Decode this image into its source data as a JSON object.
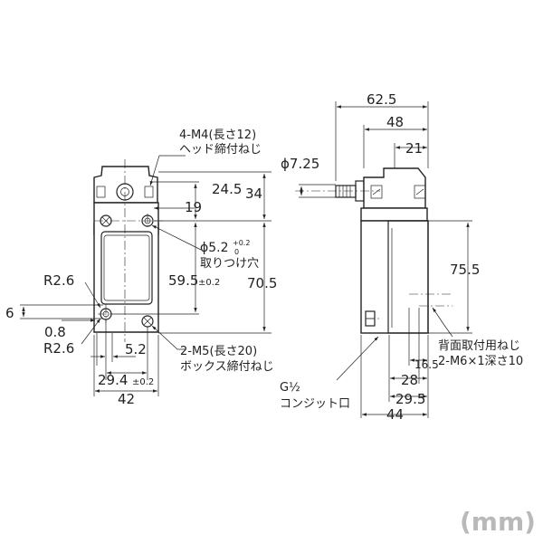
{
  "unit_label": "(mm)",
  "front_view": {
    "head_screw_note_line1": "4-M4(長さ12)",
    "head_screw_note_line2": "ヘッド締付ねじ",
    "dim_24_5": "24.5",
    "dim_34": "34",
    "dim_19": "19",
    "hole_note_dia": "ϕ5.2",
    "hole_note_tol_upper": "+0.2",
    "hole_note_tol_lower": "0",
    "hole_note_text": "取りつけ穴",
    "dim_59_5": "59.5",
    "dim_59_5_tol": "±0.2",
    "dim_70_5": "70.5",
    "dim_r2_6_top": "R2.6",
    "dim_6": "6",
    "dim_0_8": "0.8",
    "dim_r2_6_bottom": "R2.6",
    "dim_5_2": "5.2",
    "box_screw_note_line1": "2-M5(長さ20)",
    "box_screw_note_line2": "ボックス締付ねじ",
    "dim_29_4": "29.4",
    "dim_29_4_tol": "±0.2",
    "dim_42": "42"
  },
  "side_view": {
    "dim_62_5": "62.5",
    "dim_48": "48",
    "dim_21": "21",
    "dim_dia_7_25": "ϕ7.25",
    "dim_75_5": "75.5",
    "back_mount_note_line1": "背面取付用ねじ",
    "back_mount_note_line2": "2-M6×1深さ10",
    "dim_16_5": "16.5",
    "dim_28": "28",
    "conduit_note_line1": "G½",
    "conduit_note_line2": "コンジット口",
    "dim_29_5": "29.5",
    "dim_44": "44"
  }
}
